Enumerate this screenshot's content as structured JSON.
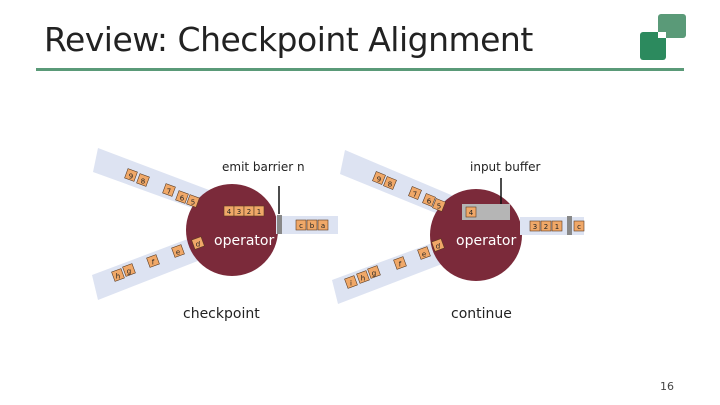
{
  "slide": {
    "title": "Review: Checkpoint Alignment",
    "page_number": "16"
  },
  "colors": {
    "accent": "#5a9a78",
    "operator": "#7b2a3a",
    "stream_band": "#dde3f2",
    "record_fill": "#f0a868",
    "record_border": "#5a3a20",
    "barrier": "#888888",
    "buffer": "#b5b5b5"
  },
  "left_diagram": {
    "annotation_barrier": "emit barrier n",
    "operator_label": "operator",
    "caption": "checkpoint",
    "top_stream_records": [
      "9",
      "8",
      "7",
      "6",
      "5"
    ],
    "bottom_stream_records": [
      "h",
      "g",
      "f",
      "e",
      "d"
    ],
    "inside_records": [
      "4",
      "3",
      "2",
      "1"
    ],
    "output_records": [
      "c",
      "b",
      "a"
    ]
  },
  "right_diagram": {
    "annotation_buffer": "input buffer",
    "operator_label": "operator",
    "caption": "continue",
    "top_stream_records": [
      "9",
      "8",
      "7",
      "6",
      "5"
    ],
    "bottom_stream_records": [
      "i",
      "h",
      "g",
      "f",
      "e",
      "d"
    ],
    "buffer_records": [
      "4"
    ],
    "output_records": [
      "3",
      "2",
      "1"
    ],
    "after_barrier_records": [
      "c"
    ]
  }
}
